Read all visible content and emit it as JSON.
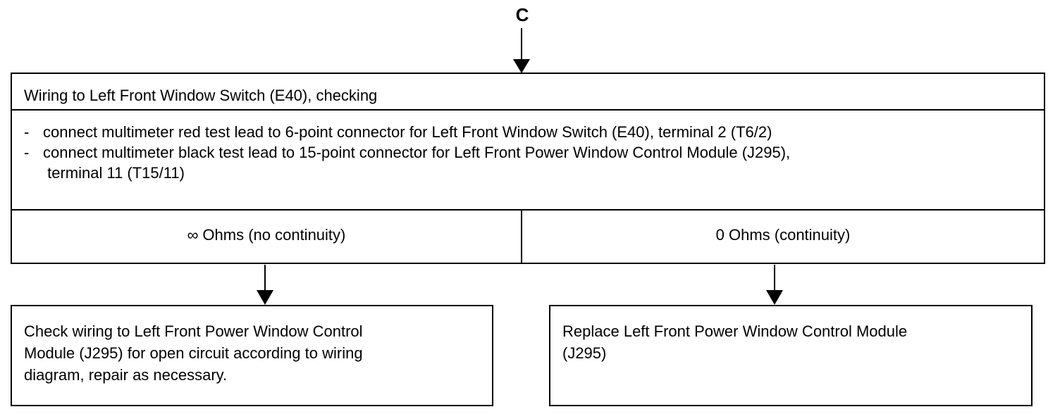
{
  "connector": {
    "label": "C"
  },
  "check": {
    "title": "Wiring to Left Front  Window Switch (E40), checking",
    "steps": [
      {
        "bullet": "-",
        "text": "connect multimeter red test lead to 6-point connector for Left Front Window Switch (E40), terminal 2 (T6/2)"
      },
      {
        "bullet": "-",
        "text": "connect multimeter black test lead to 15-point connector for Left Front Power Window Control Module (J295),\n terminal 11 (T15/11)"
      }
    ]
  },
  "results": {
    "left": "∞ Ohms  (no continuity)",
    "right": "0 Ohms  (continuity)"
  },
  "actions": {
    "left": "Check wiring  to Left Front Power Window Control\n Module (J295) for open circuit according to wiring\ndiagram, repair as necessary.",
    "right": "Replace Left Front Power Window Control Module\n(J295)"
  },
  "colors": {
    "line": "#000000",
    "background": "#ffffff"
  }
}
